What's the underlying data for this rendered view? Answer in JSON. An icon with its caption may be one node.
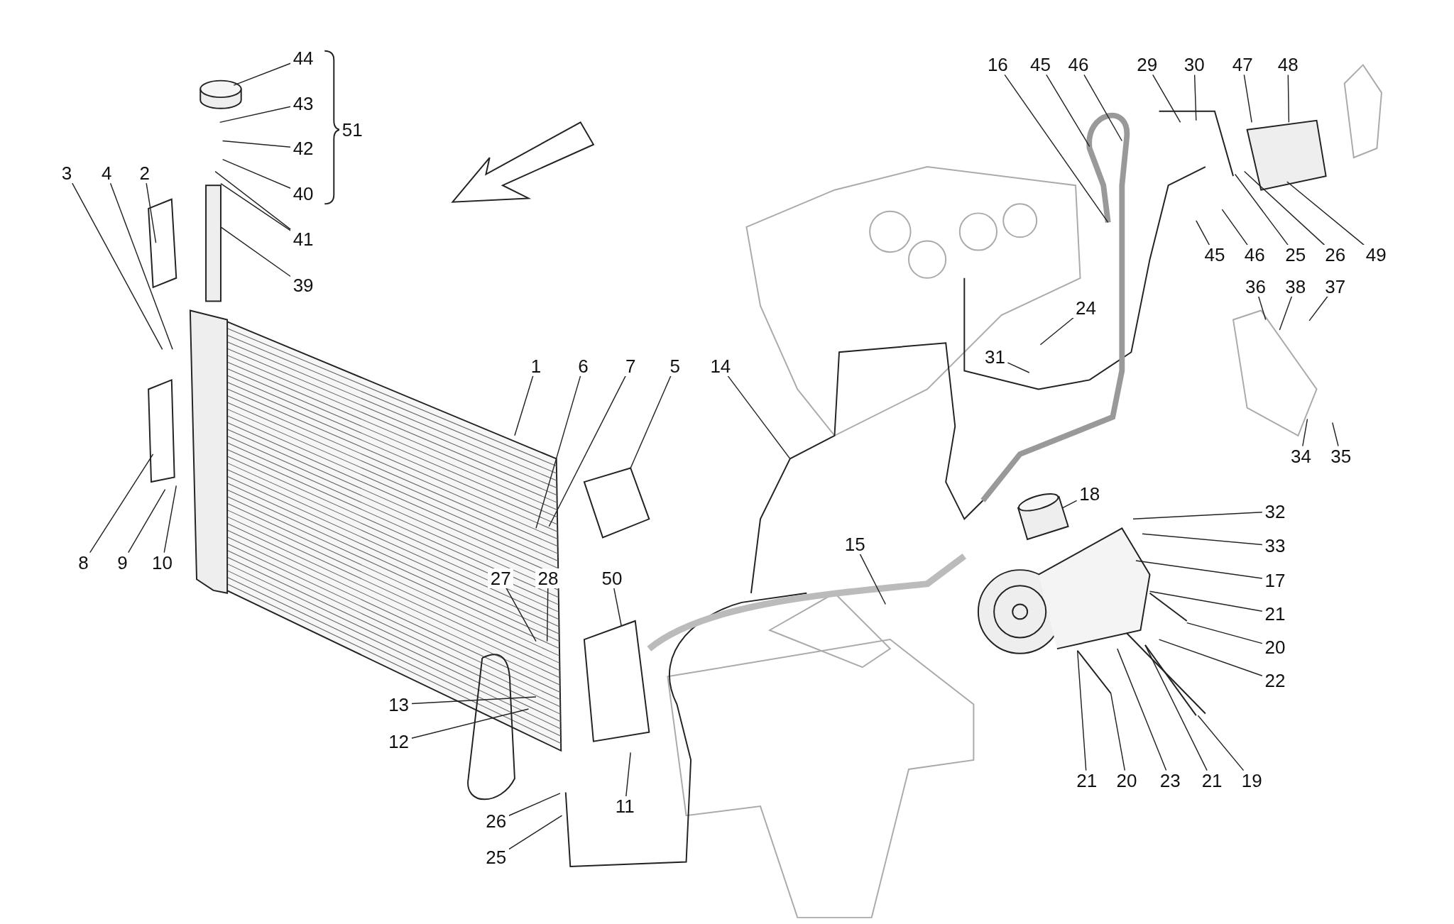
{
  "diagram": {
    "nodes": [
      {
        "text": [
          "44"
        ]
      },
      {
        "text": [
          "43"
        ]
      },
      {
        "text": [
          "42"
        ]
      },
      {
        "text": [
          "40"
        ]
      },
      {
        "text": [
          "41"
        ]
      },
      {
        "text": [
          "51"
        ]
      },
      {
        "text": [
          "39"
        ]
      },
      {
        "text": [
          "3"
        ]
      },
      {
        "text": [
          "4"
        ]
      },
      {
        "text": [
          "2"
        ]
      },
      {
        "text": [
          "8"
        ]
      },
      {
        "text": [
          "9"
        ]
      },
      {
        "text": [
          "10"
        ]
      },
      {
        "text": [
          "1"
        ]
      },
      {
        "text": [
          "6"
        ]
      },
      {
        "text": [
          "7"
        ]
      },
      {
        "text": [
          "5"
        ]
      },
      {
        "text": [
          "14"
        ]
      },
      {
        "text": [
          "27"
        ]
      },
      {
        "text": [
          "28"
        ]
      },
      {
        "text": [
          "50"
        ]
      },
      {
        "text": [
          "13"
        ]
      },
      {
        "text": [
          "12"
        ]
      },
      {
        "text": [
          "11"
        ]
      },
      {
        "text": [
          "26"
        ]
      },
      {
        "text": [
          "25"
        ]
      },
      {
        "text": [
          "15"
        ]
      },
      {
        "text": [
          "18"
        ]
      },
      {
        "text": [
          "16"
        ]
      },
      {
        "text": [
          "45"
        ]
      },
      {
        "text": [
          "46"
        ]
      },
      {
        "text": [
          "29"
        ]
      },
      {
        "text": [
          "30"
        ]
      },
      {
        "text": [
          "47"
        ]
      },
      {
        "text": [
          "48"
        ]
      },
      {
        "text": [
          "45"
        ]
      },
      {
        "text": [
          "46"
        ]
      },
      {
        "text": [
          "25"
        ]
      },
      {
        "text": [
          "26"
        ]
      },
      {
        "text": [
          "49"
        ]
      },
      {
        "text": [
          "36"
        ]
      },
      {
        "text": [
          "38"
        ]
      },
      {
        "text": [
          "37"
        ]
      },
      {
        "text": [
          "34"
        ]
      },
      {
        "text": [
          "35"
        ]
      },
      {
        "text": [
          "24"
        ]
      },
      {
        "text": [
          "31"
        ]
      },
      {
        "text": [
          "32"
        ]
      },
      {
        "text": [
          "33"
        ]
      },
      {
        "text": [
          "17"
        ]
      },
      {
        "text": [
          "21"
        ]
      },
      {
        "text": [
          "20"
        ]
      },
      {
        "text": [
          "22"
        ]
      },
      {
        "text": [
          "21"
        ]
      },
      {
        "text": [
          "20"
        ]
      },
      {
        "text": [
          "23"
        ]
      },
      {
        "text": [
          "21"
        ]
      },
      {
        "text": [
          "19"
        ]
      }
    ],
    "edges": [
      {
        "from": 0,
        "to": null,
        "arrow": "none"
      },
      {
        "from": 1,
        "to": null,
        "arrow": "none"
      },
      {
        "from": 2,
        "to": null,
        "arrow": "none"
      },
      {
        "from": 3,
        "to": null,
        "arrow": "none"
      },
      {
        "from": 4,
        "to": null,
        "arrow": "none"
      },
      {
        "from": 4,
        "to": null,
        "arrow": "none"
      },
      {
        "from": 6,
        "to": null,
        "arrow": "none"
      },
      {
        "from": 7,
        "to": null,
        "arrow": "none"
      },
      {
        "from": 8,
        "to": null,
        "arrow": "none"
      },
      {
        "from": 9,
        "to": null,
        "arrow": "none"
      },
      {
        "from": 10,
        "to": null,
        "arrow": "none"
      },
      {
        "from": 11,
        "to": null,
        "arrow": "none"
      },
      {
        "from": 12,
        "to": null,
        "arrow": "none"
      },
      {
        "from": 13,
        "to": null,
        "arrow": "none"
      },
      {
        "from": 14,
        "to": null,
        "arrow": "none"
      },
      {
        "from": 15,
        "to": null,
        "arrow": "none"
      },
      {
        "from": 16,
        "to": null,
        "arrow": "none"
      },
      {
        "from": 17,
        "to": null,
        "arrow": "none"
      },
      {
        "from": 18,
        "to": null,
        "arrow": "none"
      },
      {
        "from": 19,
        "to": null,
        "arrow": "none"
      },
      {
        "from": 20,
        "to": null,
        "arrow": "none"
      },
      {
        "from": 21,
        "to": null,
        "arrow": "none"
      },
      {
        "from": 22,
        "to": null,
        "arrow": "none"
      },
      {
        "from": 23,
        "to": null,
        "arrow": "none"
      },
      {
        "from": 24,
        "to": null,
        "arrow": "none"
      },
      {
        "from": 25,
        "to": null,
        "arrow": "none"
      },
      {
        "from": 26,
        "to": null,
        "arrow": "none"
      },
      {
        "from": 27,
        "to": null,
        "arrow": "none"
      },
      {
        "from": 28,
        "to": null,
        "arrow": "none"
      },
      {
        "from": 29,
        "to": null,
        "arrow": "none"
      },
      {
        "from": 30,
        "to": null,
        "arrow": "none"
      },
      {
        "from": 31,
        "to": null,
        "arrow": "none"
      },
      {
        "from": 32,
        "to": null,
        "arrow": "none"
      },
      {
        "from": 33,
        "to": null,
        "arrow": "none"
      },
      {
        "from": 34,
        "to": null,
        "arrow": "none"
      },
      {
        "from": 35,
        "to": null,
        "arrow": "none"
      },
      {
        "from": 36,
        "to": null,
        "arrow": "none"
      },
      {
        "from": 37,
        "to": null,
        "arrow": "none"
      },
      {
        "from": 38,
        "to": null,
        "arrow": "none"
      },
      {
        "from": 39,
        "to": null,
        "arrow": "none"
      },
      {
        "from": 40,
        "to": null,
        "arrow": "none"
      },
      {
        "from": 41,
        "to": null,
        "arrow": "none"
      },
      {
        "from": 42,
        "to": null,
        "arrow": "none"
      },
      {
        "from": 43,
        "to": null,
        "arrow": "none"
      },
      {
        "from": 44,
        "to": null,
        "arrow": "none"
      },
      {
        "from": 45,
        "to": null,
        "arrow": "none"
      },
      {
        "from": 46,
        "to": null,
        "arrow": "none"
      },
      {
        "from": 47,
        "to": null,
        "arrow": "none"
      },
      {
        "from": 48,
        "to": null,
        "arrow": "none"
      },
      {
        "from": 49,
        "to": null,
        "arrow": "none"
      },
      {
        "from": 50,
        "to": null,
        "arrow": "none"
      },
      {
        "from": 51,
        "to": null,
        "arrow": "none"
      },
      {
        "from": 52,
        "to": null,
        "arrow": "none"
      },
      {
        "from": 53,
        "to": null,
        "arrow": "none"
      },
      {
        "from": 54,
        "to": null,
        "arrow": "none"
      },
      {
        "from": 55,
        "to": null,
        "arrow": "none"
      },
      {
        "from": 56,
        "to": null,
        "arrow": "none"
      },
      {
        "from": 57,
        "to": null,
        "arrow": "none"
      }
    ]
  }
}
